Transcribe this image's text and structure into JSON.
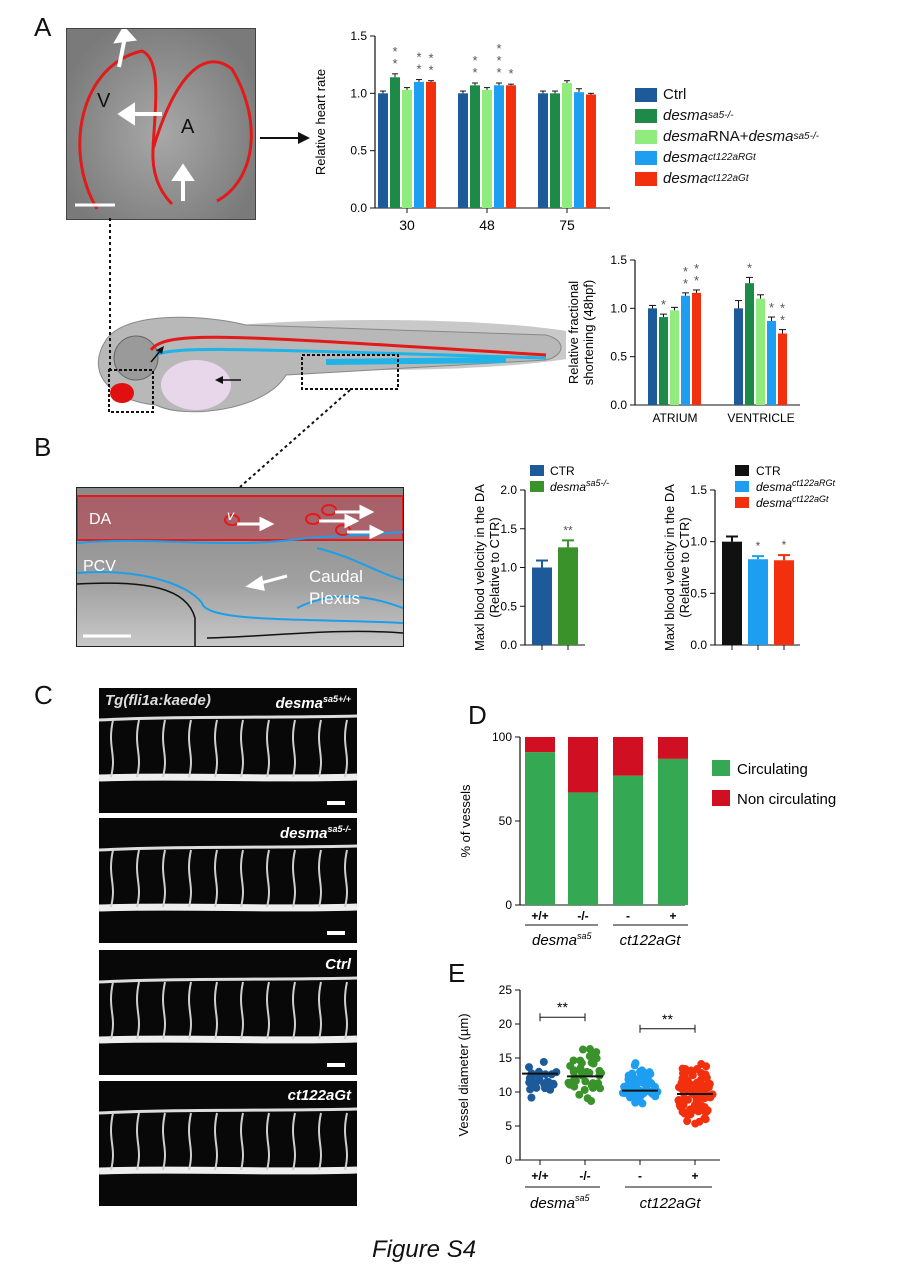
{
  "panels": {
    "A": "A",
    "B": "B",
    "C": "C",
    "D": "D",
    "E": "E"
  },
  "figure_caption": "Figure S4",
  "colors": {
    "ctrl": "#1d5a99",
    "desma_sa5": "#1e8a4a",
    "rescue": "#90ec7c",
    "ct122aRGt": "#1e9ef0",
    "ct122aGt": "#f2300e",
    "desma_green": "#39922a",
    "circ": "#35a853",
    "noncirc": "#d01022",
    "black": "#111111"
  },
  "heart_image": {
    "label_V": "V",
    "label_A": "A"
  },
  "legend_A": [
    {
      "name": "Ctrl",
      "sup": "",
      "color": "#1d5a99",
      "italic": false
    },
    {
      "name": "desma",
      "sup": "sa5-/-",
      "color": "#1e8a4a",
      "italic": true
    },
    {
      "name": "desma",
      "mid": "RNA+",
      "name2": "desma",
      "sup": "sa5-/-",
      "color": "#90ec7c",
      "italic": true
    },
    {
      "name": "desma",
      "sup": "ct122aRGt",
      "color": "#1e9ef0",
      "italic": true
    },
    {
      "name": "desma",
      "sup": "ct122aGt",
      "color": "#f2300e",
      "italic": true
    }
  ],
  "da_image": {
    "DA": "DA",
    "PCV": "PCV",
    "v": "v",
    "caudal1": "Caudal",
    "caudal2": "Plexus"
  },
  "vessel_images": [
    {
      "title": "Tg(fli1a:kaede)",
      "label": "desma",
      "sup": "sa5+/+"
    },
    {
      "title": "",
      "label": "desma",
      "sup": "sa5-/-"
    },
    {
      "title": "",
      "label": "Ctrl",
      "sup": ""
    },
    {
      "title": "",
      "label": "ct122aGt",
      "sup": ""
    }
  ],
  "legend_D": [
    {
      "name": "Circulating",
      "color": "#35a853"
    },
    {
      "name": "Non circulating",
      "color": "#d01022"
    }
  ],
  "group_labels": {
    "desma": "desma",
    "sa5": "sa5",
    "ct122aGt": "ct122aGt"
  },
  "chart_data": [
    {
      "id": "A1",
      "type": "bar",
      "ylabel": "Relative heart rate",
      "ylim": [
        0,
        1.5
      ],
      "yticks": [
        "0.0",
        "0.5",
        "1.0",
        "1.5"
      ],
      "categories": [
        "30",
        "48",
        "75"
      ],
      "series": [
        {
          "name": "Ctrl",
          "values": [
            1.0,
            1.0,
            1.0
          ],
          "err": [
            0.02,
            0.02,
            0.02
          ],
          "stars": [
            "",
            "",
            ""
          ]
        },
        {
          "name": "desma sa5-/-",
          "values": [
            1.14,
            1.07,
            1.0
          ],
          "err": [
            0.03,
            0.02,
            0.02
          ],
          "stars": [
            "* *",
            "* *",
            ""
          ]
        },
        {
          "name": "desmaRNA+desma sa5-/-",
          "values": [
            1.03,
            1.03,
            1.09
          ],
          "err": [
            0.02,
            0.02,
            0.02
          ],
          "stars": [
            "",
            "",
            ""
          ]
        },
        {
          "name": "desma ct122aRGt",
          "values": [
            1.1,
            1.07,
            1.01
          ],
          "err": [
            0.02,
            0.02,
            0.03
          ],
          "stars": [
            "* *",
            "* * *",
            ""
          ]
        },
        {
          "name": "desma ct122aGt",
          "values": [
            1.1,
            1.07,
            0.99
          ],
          "err": [
            0.01,
            0.01,
            0.01
          ],
          "stars": [
            "* *",
            "*",
            ""
          ]
        }
      ]
    },
    {
      "id": "A2",
      "type": "bar",
      "ylabel": "Relative fractional shortening (48hpf)",
      "ylim": [
        0,
        1.5
      ],
      "yticks": [
        "0.0",
        "0.5",
        "1.0",
        "1.5"
      ],
      "categories": [
        "ATRIUM",
        "VENTRICLE"
      ],
      "series": [
        {
          "name": "Ctrl",
          "values": [
            1.0,
            1.0
          ],
          "err": [
            0.03,
            0.08
          ],
          "stars": [
            "",
            ""
          ]
        },
        {
          "name": "desma sa5-/-",
          "values": [
            0.91,
            1.26
          ],
          "err": [
            0.03,
            0.06
          ],
          "stars": [
            "*",
            "*"
          ]
        },
        {
          "name": "desmaRNA+desma sa5-/-",
          "values": [
            0.98,
            1.1
          ],
          "err": [
            0.03,
            0.04
          ],
          "stars": [
            "",
            ""
          ]
        },
        {
          "name": "desma ct122aRGt",
          "values": [
            1.13,
            0.87
          ],
          "err": [
            0.03,
            0.04
          ],
          "stars": [
            "* *",
            "*"
          ]
        },
        {
          "name": "desma ct122aGt",
          "values": [
            1.16,
            0.74
          ],
          "err": [
            0.03,
            0.04
          ],
          "stars": [
            "* *",
            "* *"
          ]
        }
      ]
    },
    {
      "id": "B1",
      "type": "bar",
      "ylabel": "Maxl blood velocity in the DA (Relative to CTR)",
      "ylim": [
        0,
        2.0
      ],
      "yticks": [
        "0.0",
        "0.5",
        "1.0",
        "1.5",
        "2.0"
      ],
      "legend": [
        {
          "name": "CTR",
          "color": "#1d5a99",
          "sup": ""
        },
        {
          "name": "desma",
          "sup": "sa5-/-",
          "color": "#39922a"
        }
      ],
      "values": [
        1.0,
        1.26
      ],
      "err": [
        0.09,
        0.09
      ],
      "stars": [
        "",
        "**"
      ]
    },
    {
      "id": "B2",
      "type": "bar",
      "ylabel": "Maxl blood velocity in the DA (Relative to CTR)",
      "ylim": [
        0,
        1.5
      ],
      "yticks": [
        "0.0",
        "0.5",
        "1.0",
        "1.5"
      ],
      "legend": [
        {
          "name": "CTR",
          "color": "#111111",
          "sup": ""
        },
        {
          "name": "desma",
          "sup": "ct122aRGt",
          "color": "#1e9ef0"
        },
        {
          "name": "desma",
          "sup": "ct122aGt",
          "color": "#f2300e"
        }
      ],
      "values": [
        1.0,
        0.83,
        0.82
      ],
      "err": [
        0.05,
        0.03,
        0.05
      ],
      "stars": [
        "",
        "*",
        "*"
      ]
    },
    {
      "id": "D",
      "type": "bar",
      "ylabel": "% of vessels",
      "ylim": [
        0,
        100
      ],
      "yticks": [
        "0",
        "50",
        "100"
      ],
      "categories": [
        "+/+",
        "-/-",
        "-",
        "+"
      ],
      "series": [
        {
          "name": "Circulating",
          "values": [
            91,
            67,
            77,
            87
          ]
        },
        {
          "name": "Non circulating",
          "values": [
            9,
            33,
            23,
            13
          ]
        }
      ]
    },
    {
      "id": "E",
      "type": "scatter",
      "ylabel": "Vessel diameter (µm)",
      "ylim": [
        0,
        25
      ],
      "yticks": [
        "0",
        "5",
        "10",
        "15",
        "20",
        "25"
      ],
      "categories": [
        "+/+",
        "-/-",
        "-",
        "+"
      ],
      "means": [
        12.7,
        12.3,
        10.2,
        9.7
      ],
      "counts": [
        30,
        40,
        70,
        90
      ],
      "ranges": [
        [
          8.5,
          15.5
        ],
        [
          7.0,
          19.0
        ],
        [
          7.5,
          15.0
        ],
        [
          3.5,
          16.0
        ]
      ],
      "sig": [
        "**",
        "**"
      ]
    }
  ]
}
